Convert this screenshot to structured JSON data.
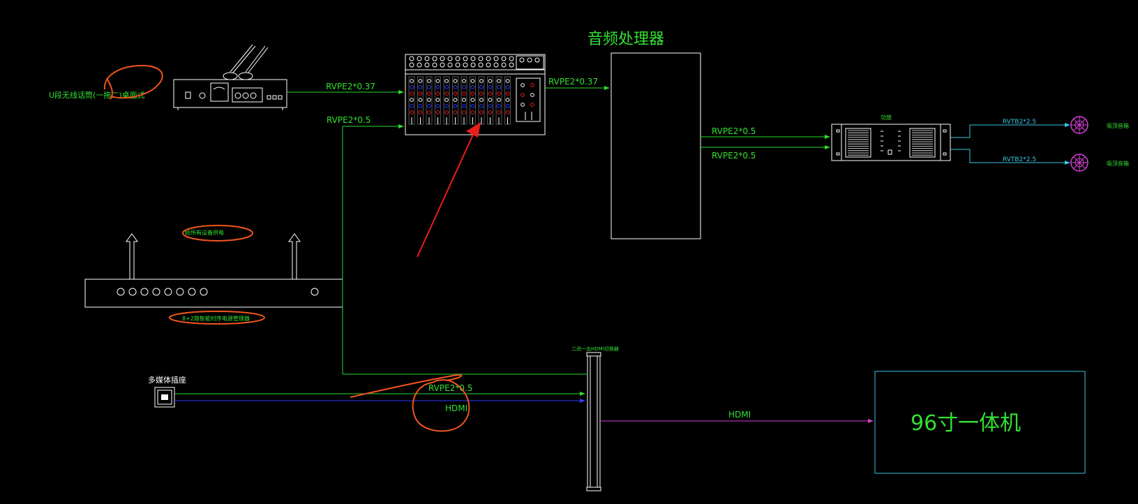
{
  "labels": {
    "wireless_mic": "U段无线话筒(一拖二)桌面式",
    "audio_processor": "音频处理器",
    "mixer_in_top": "RVPE2*0.37",
    "mixer_in_bottom": "RVPE2*0.5",
    "mixer_out": "RVPE2*0.37",
    "proc_out_1": "RVPE2*0.5",
    "proc_out_2": "RVPE2*0.5",
    "amp_title": "功放",
    "spk_cable_1": "RVTB2*2.5",
    "spk_cable_2": "RVTB2*2.5",
    "spk_1": "吸顶音箱",
    "spk_2": "吸顶音箱",
    "power_note": "给所有设备供电",
    "power_seq": "8+2路智能时序电源管理器",
    "hdmi_switch": "二进一出HDMI切换器",
    "multimedia_box": "多媒体插座",
    "mm_cable": "RVPE2*0.5",
    "mm_hdmi": "HDMI",
    "hdmi_out": "HDMI",
    "display": "96寸一体机"
  },
  "colors": {
    "line_white": "#ffffff",
    "wire_green": "#2ed82e",
    "text_green": "#33e033",
    "wire_cyan": "#38c8e0",
    "wire_blue": "#2f3cff",
    "wire_magenta": "#d640d6",
    "annot_orange": "#f0551e",
    "arrow_red": "#e8201a",
    "speaker_magenta": "#d640d6"
  }
}
